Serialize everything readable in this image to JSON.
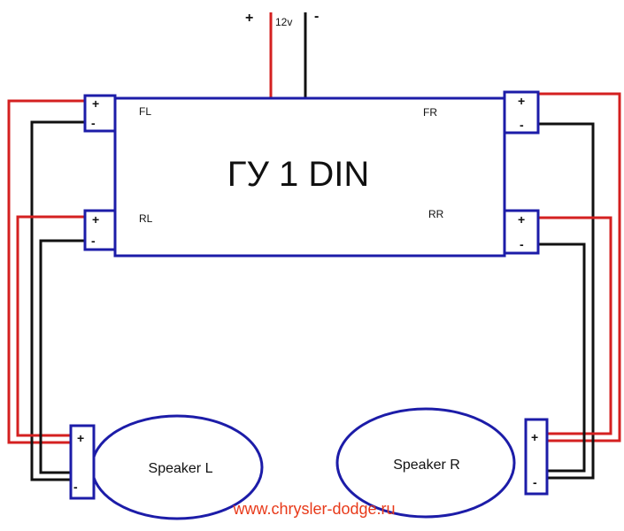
{
  "head_unit": {
    "title": "ГУ 1 DIN",
    "channels": {
      "fl": "FL",
      "fr": "FR",
      "rl": "RL",
      "rr": "RR"
    }
  },
  "power": {
    "plus": "+",
    "voltage": "12v",
    "minus": "-"
  },
  "terminals": {
    "plus": "+",
    "minus": "-"
  },
  "speakers": {
    "left": "Speaker L",
    "right": "Speaker R"
  },
  "watermark": "www.chrysler-dodge.ru",
  "colors": {
    "positive_wire": "#d42020",
    "negative_wire": "#111111",
    "outline": "#1c1ca8",
    "watermark": "#e83a1a"
  }
}
